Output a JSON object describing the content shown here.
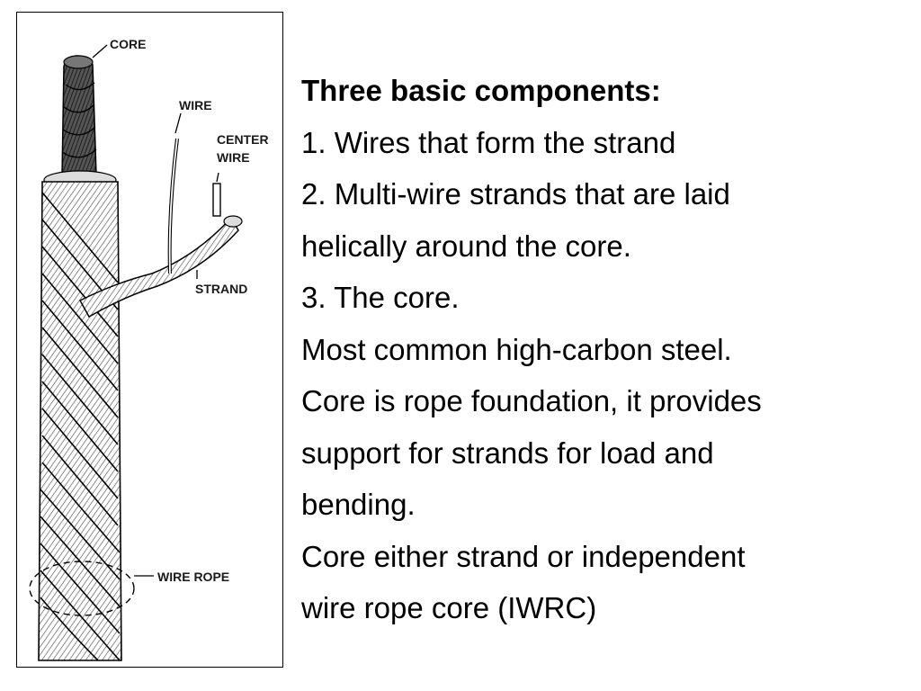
{
  "figure": {
    "labels": {
      "core": "CORE",
      "wire": "WIRE",
      "center_wire_line1": "CENTER",
      "center_wire_line2": "WIRE",
      "strand": "STRAND",
      "wire_rope": "WIRE ROPE"
    }
  },
  "text": {
    "heading": "Three basic components:",
    "lines": [
      "1. Wires that form the strand",
      "2. Multi-wire strands that are laid",
      "helically around the core.",
      "3. The core.",
      "Most common high-carbon steel.",
      "Core is rope foundation, it provides",
      "support for strands for load and",
      "bending.",
      "Core either strand or independent",
      "wire rope core (IWRC)"
    ]
  }
}
